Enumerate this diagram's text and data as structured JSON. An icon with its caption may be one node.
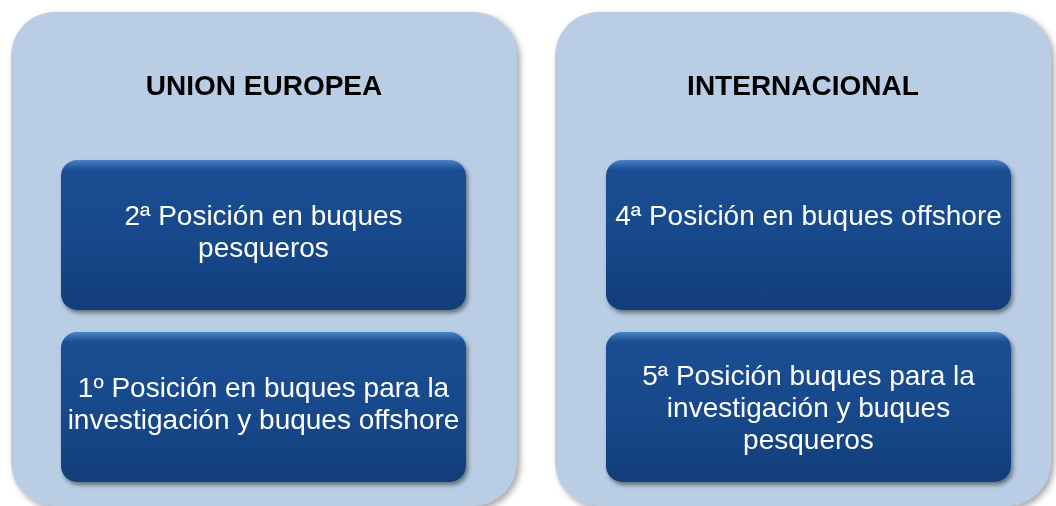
{
  "diagram": {
    "nodes": [
      {
        "text": [
          "UNION EUROPEA"
        ]
      },
      {
        "text": [
          "2ª Posición en buques pesqueros"
        ],
        "in": 0
      },
      {
        "text": [
          "1º Posición en buques para la investigación y buques offshore"
        ],
        "in": 0
      },
      {
        "text": [
          "INTERNACIONAL"
        ]
      },
      {
        "text": [
          "4ª Posición en buques offshore"
        ],
        "in": 3
      },
      {
        "text": [
          "5ª Posición buques para la investigación y buques pesqueros"
        ],
        "in": 3
      }
    ]
  }
}
